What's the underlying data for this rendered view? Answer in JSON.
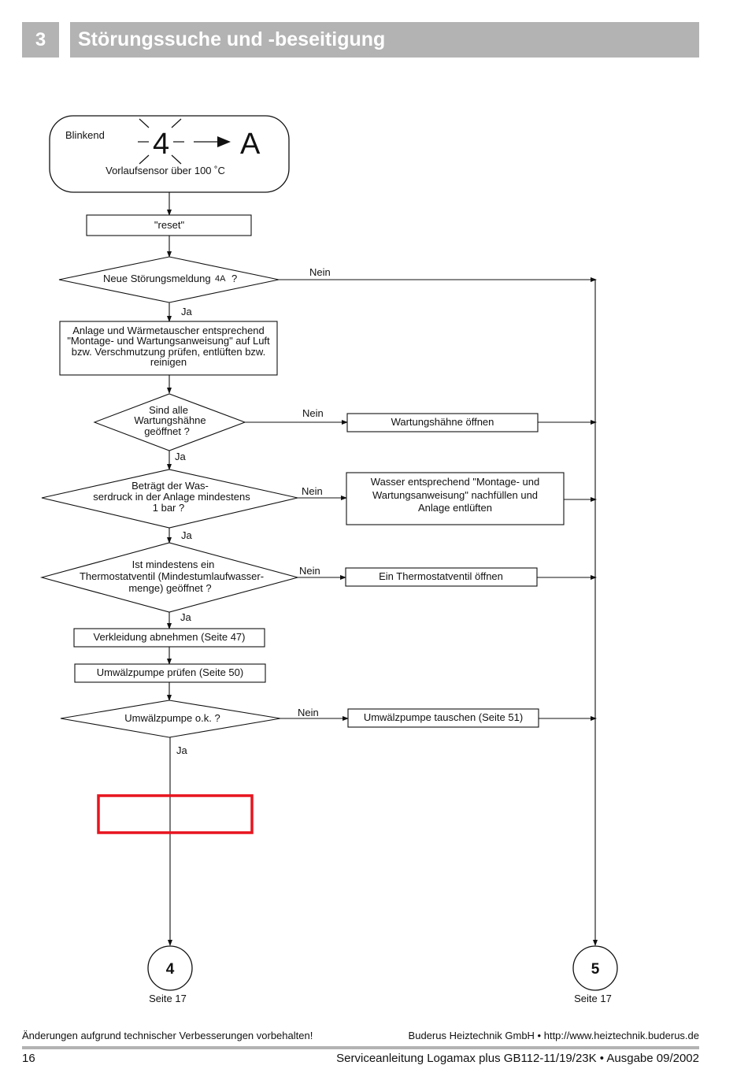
{
  "header": {
    "chapter_number": "3",
    "title": "Störungssuche und -beseitigung"
  },
  "start": {
    "blinking_label": "Blinkend",
    "display_code_1": "4",
    "display_code_2": "A",
    "caption": "Vorlaufsensor über 100 ˚C"
  },
  "steps": {
    "reset": "\"reset\"",
    "decision_new_fault": "Neue Störungsmeldung",
    "decision_new_fault_code": "4A",
    "decision_new_fault_q": "?",
    "inspect_lines": [
      "Anlage und Wärmetauscher entsprechend",
      "\"Montage- und Wartungsanweisung\" auf Luft",
      "bzw. Verschmutzung  prüfen, entlüften bzw.",
      "reinigen"
    ],
    "decision_valves_lines": [
      "Sind alle",
      "Wartungshähne",
      "geöffnet ?"
    ],
    "action_open_valves": "Wartungshähne öffnen",
    "decision_pressure_lines": [
      "Beträgt der Was-",
      "serdruck in der Anlage mindestens",
      "1 bar ?"
    ],
    "action_refill_lines": [
      "Wasser entsprechend \"Montage- und",
      "Wartungsanweisung\" nachfüllen und",
      "Anlage entlüften"
    ],
    "decision_thermo_lines": [
      "Ist mindestens ein",
      "Thermostatventil (Mindestumlaufwasser-",
      "menge) geöffnet  ?"
    ],
    "action_open_thermo": "Ein Thermostatventil öffnen",
    "remove_cover": "Verkleidung abnehmen (Seite 47)",
    "check_pump": "Umwälzpumpe prüfen (Seite 50)",
    "decision_pump_ok": "Umwälzpumpe o.k. ?",
    "action_replace_pump": "Umwälzpumpe tauschen (Seite 51)"
  },
  "labels": {
    "yes": "Ja",
    "no": "Nein"
  },
  "connectors": [
    {
      "number": "4",
      "page": "Seite 17"
    },
    {
      "number": "5",
      "page": "Seite 17"
    }
  ],
  "footer": {
    "disclaimer": "Änderungen aufgrund technischer Verbesserungen vorbehalten!",
    "company": "Buderus Heiztechnik GmbH • http://www.heiztechnik.buderus.de",
    "page_number": "16",
    "manual": "Serviceanleitung Logamax plus GB112-11/19/23K • Ausgabe 09/2002"
  },
  "colors": {
    "header_gray": "#b3b3b3",
    "highlight_box": "#e8141e"
  }
}
